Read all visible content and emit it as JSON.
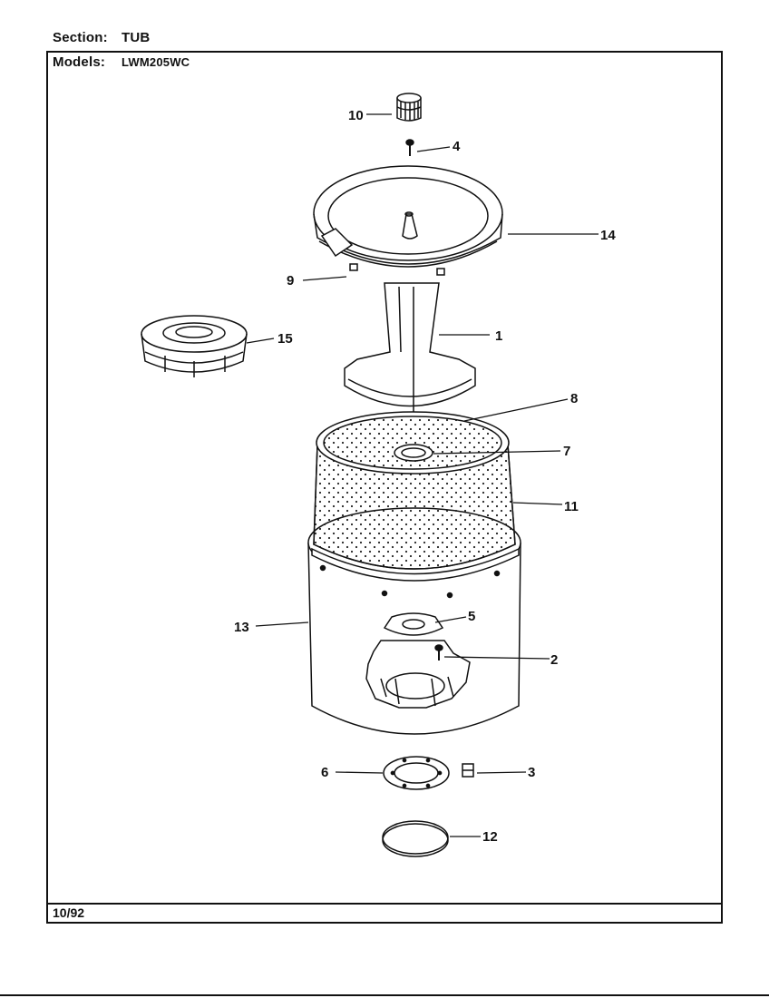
{
  "header": {
    "section_label": "Section:",
    "section_value": "TUB",
    "models_label": "Models:",
    "models_value": "LWM205WC"
  },
  "footer": {
    "date": "10/92"
  },
  "callouts": {
    "c1": "1",
    "c2": "2",
    "c3": "3",
    "c4": "4",
    "c5": "5",
    "c6": "6",
    "c7": "7",
    "c8": "8",
    "c9": "9",
    "c10": "10",
    "c11": "11",
    "c12": "12",
    "c13": "13",
    "c14": "14",
    "c15": "15"
  }
}
